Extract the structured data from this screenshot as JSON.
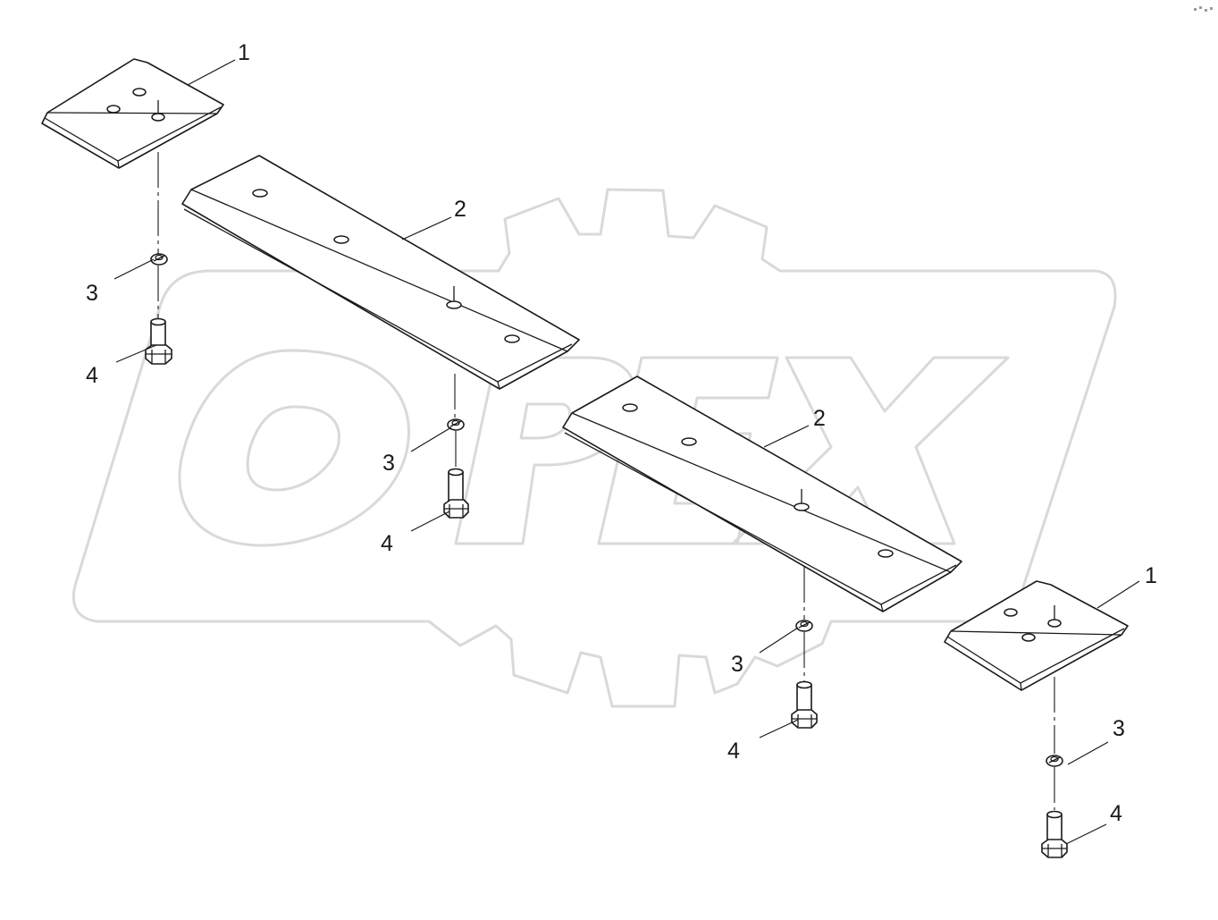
{
  "diagram": {
    "watermark_text": "OPEX",
    "callouts": [
      {
        "id": "c1a",
        "text": "1"
      },
      {
        "id": "c2a",
        "text": "2"
      },
      {
        "id": "c3a",
        "text": "3"
      },
      {
        "id": "c4a",
        "text": "4"
      },
      {
        "id": "c3b",
        "text": "3"
      },
      {
        "id": "c4b",
        "text": "4"
      },
      {
        "id": "c2b",
        "text": "2"
      },
      {
        "id": "c1b",
        "text": "1"
      },
      {
        "id": "c3c",
        "text": "3"
      },
      {
        "id": "c4c",
        "text": "4"
      },
      {
        "id": "c3d",
        "text": "3"
      },
      {
        "id": "c4d",
        "text": "4"
      }
    ],
    "colors": {
      "line": "#1a1a1a",
      "watermark": "#d9d9d9",
      "background": "#ffffff"
    }
  }
}
